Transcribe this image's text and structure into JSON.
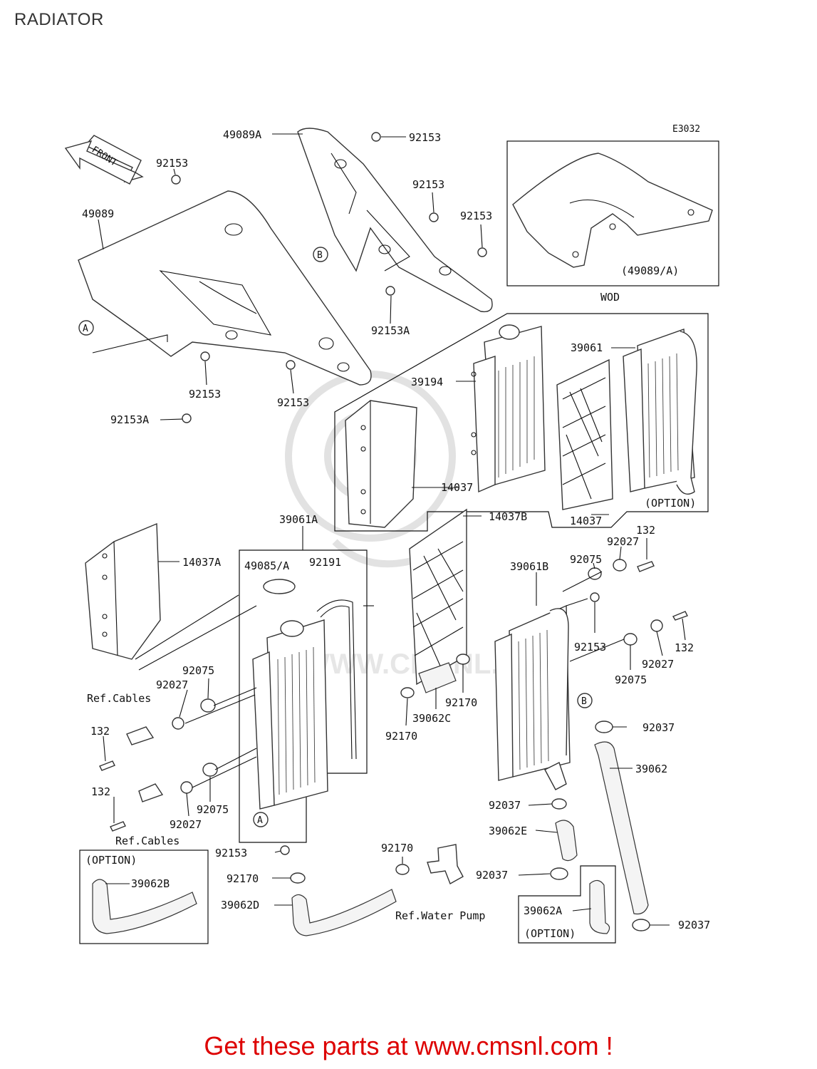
{
  "title": "RADIATOR",
  "diagram_code": "E3032",
  "front_label": "FRONT",
  "footer": "Get these parts at www.cmsnl.com !",
  "callouts": [
    {
      "id": "c-49089a",
      "text": "49089A"
    },
    {
      "id": "c-92153-top",
      "text": "92153"
    },
    {
      "id": "c-92153-r1",
      "text": "92153"
    },
    {
      "id": "c-92153-r2",
      "text": "92153"
    },
    {
      "id": "c-92153-l",
      "text": "92153"
    },
    {
      "id": "c-49089",
      "text": "49089"
    },
    {
      "id": "c-92153a-mid",
      "text": "92153A"
    },
    {
      "id": "c-92153-s1",
      "text": "92153"
    },
    {
      "id": "c-92153-s2",
      "text": "92153"
    },
    {
      "id": "c-92153a-low",
      "text": "92153A"
    },
    {
      "id": "c-39061",
      "text": "39061"
    },
    {
      "id": "c-39194",
      "text": "39194"
    },
    {
      "id": "c-14037-a",
      "text": "14037"
    },
    {
      "id": "c-14037-b",
      "text": "14037"
    },
    {
      "id": "c-14037b",
      "text": "14037B"
    },
    {
      "id": "c-39061a",
      "text": "39061A"
    },
    {
      "id": "c-14037a",
      "text": "14037A"
    },
    {
      "id": "c-49085a",
      "text": "49085/A"
    },
    {
      "id": "c-92191",
      "text": "92191"
    },
    {
      "id": "c-132-a",
      "text": "132"
    },
    {
      "id": "c-92027-a",
      "text": "92027"
    },
    {
      "id": "c-92075-a",
      "text": "92075"
    },
    {
      "id": "c-39061b",
      "text": "39061B"
    },
    {
      "id": "c-92153-m",
      "text": "92153"
    },
    {
      "id": "c-132-b",
      "text": "132"
    },
    {
      "id": "c-92027-b",
      "text": "92027"
    },
    {
      "id": "c-92075-b",
      "text": "92075"
    },
    {
      "id": "c-92075-c",
      "text": "92075"
    },
    {
      "id": "c-92027-c",
      "text": "92027"
    },
    {
      "id": "c-132-c",
      "text": "132"
    },
    {
      "id": "c-92170-a",
      "text": "92170"
    },
    {
      "id": "c-39062c",
      "text": "39062C"
    },
    {
      "id": "c-92170-b",
      "text": "92170"
    },
    {
      "id": "c-92037-a",
      "text": "92037"
    },
    {
      "id": "c-39062",
      "text": "39062"
    },
    {
      "id": "c-92075-d",
      "text": "92075"
    },
    {
      "id": "c-132-d",
      "text": "132"
    },
    {
      "id": "c-92027-d",
      "text": "92027"
    },
    {
      "id": "c-92037-b",
      "text": "92037"
    },
    {
      "id": "c-39062e",
      "text": "39062E"
    },
    {
      "id": "c-92153-bot",
      "text": "92153"
    },
    {
      "id": "c-92170-c",
      "text": "92170"
    },
    {
      "id": "c-92170-d",
      "text": "92170"
    },
    {
      "id": "c-92037-c",
      "text": "92037"
    },
    {
      "id": "c-39062b",
      "text": "39062B"
    },
    {
      "id": "c-39062d",
      "text": "39062D"
    },
    {
      "id": "c-39062a",
      "text": "39062A"
    },
    {
      "id": "c-92037-d",
      "text": "92037"
    }
  ],
  "notes": {
    "ref_cables_1": "Ref.Cables",
    "ref_cables_2": "Ref.Cables",
    "ref_water_pump": "Ref.Water Pump",
    "option_1": "(OPTION)",
    "option_2": "(OPTION)",
    "option_3": "(OPTION)",
    "inset_label": "(49089/A)",
    "wod": "WOD"
  },
  "markers": {
    "a1": "A",
    "a2": "A",
    "b1": "B",
    "b2": "B"
  },
  "colors": {
    "footer": "#dd0000",
    "line": "#111111",
    "watermark": "#e2e2e2"
  }
}
